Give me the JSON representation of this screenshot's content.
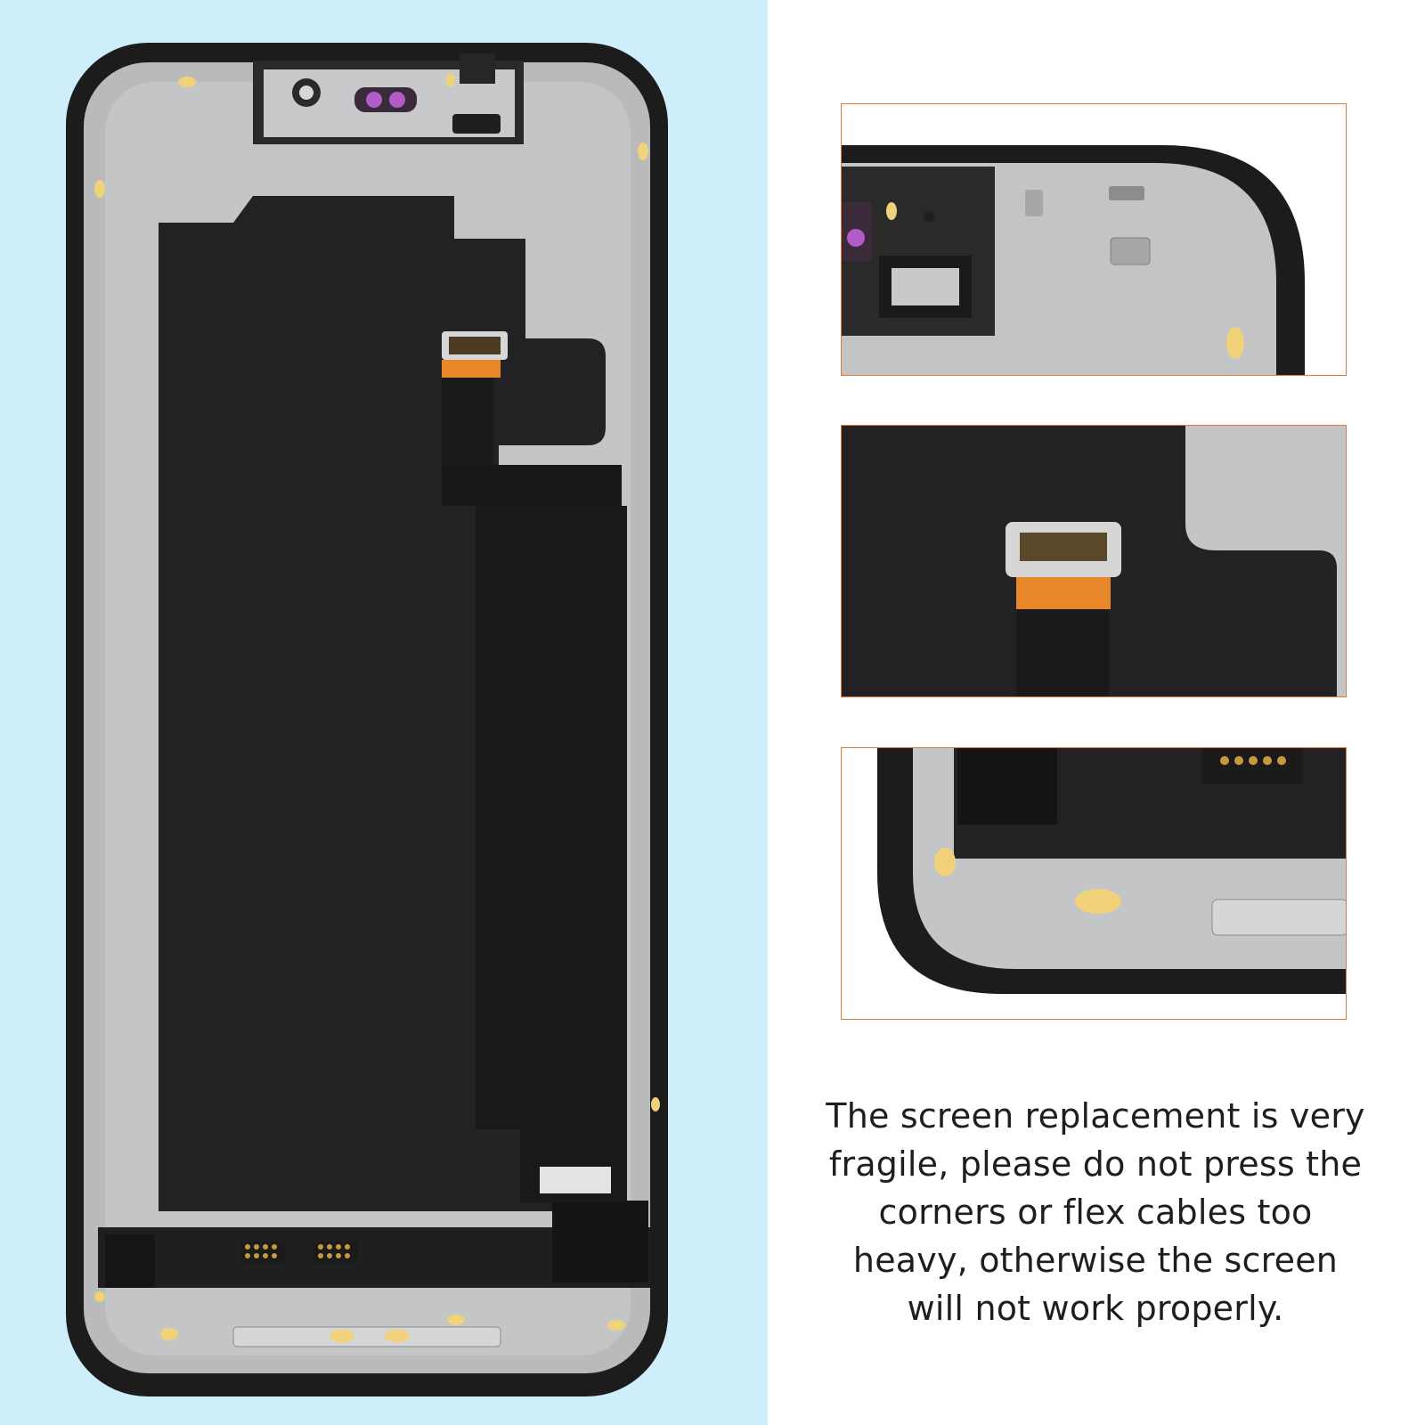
{
  "caption": {
    "lines": [
      "The screen replacement is very",
      "fragile, please do not press the",
      "corners or flex cables too",
      "heavy, otherwise the screen",
      "will not work properly."
    ]
  },
  "colors": {
    "left_background": "#cfeefb",
    "frame_border": "#e07a3a",
    "bezel": "#1c1c1c",
    "metal_frame": "#b9babb",
    "display_black": "#222224",
    "flex_orange": "#e8862a",
    "adhesive_yellow": "#f1d27a",
    "camera_ring_purple": "#b15cc8"
  },
  "images": [
    {
      "name": "phone-screen-back",
      "description": "back of replacement screen"
    },
    {
      "name": "detail-top-corner",
      "description": "zoom top corner"
    },
    {
      "name": "detail-flex-connector",
      "description": "zoom flex connector"
    },
    {
      "name": "detail-bottom-corner",
      "description": "zoom bottom corner"
    }
  ]
}
